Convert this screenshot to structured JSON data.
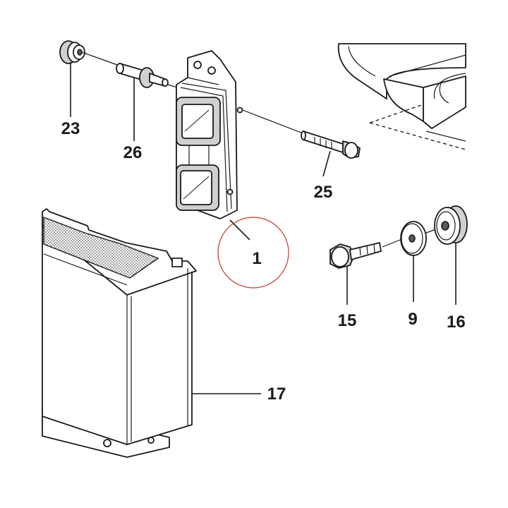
{
  "callouts": {
    "c1": "1",
    "c9": "9",
    "c15": "15",
    "c16": "16",
    "c17": "17",
    "c23": "23",
    "c25": "25",
    "c26": "26"
  },
  "colors": {
    "line": "#1a1a1a",
    "highlight_circle": "#c0392b",
    "fill_grey": "#d0d0d0"
  }
}
